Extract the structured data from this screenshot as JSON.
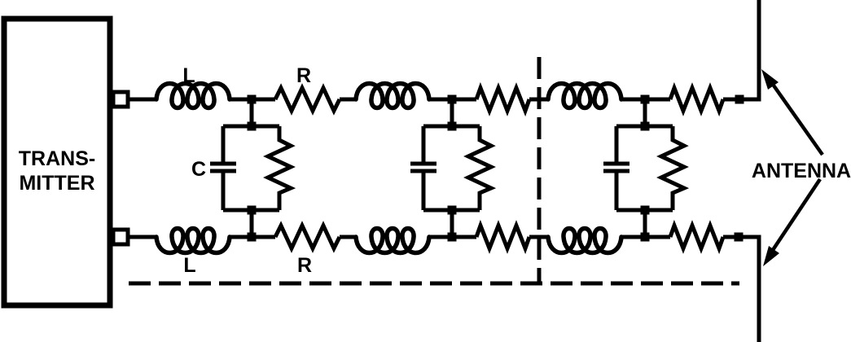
{
  "diagram": {
    "type": "circuit-schematic",
    "transmitter": {
      "line1": "TRANS-",
      "line2": "MITTER"
    },
    "labels": {
      "inductor_top": "L",
      "resistor_top": "R",
      "capacitor": "C",
      "inductor_bottom": "L",
      "resistor_bottom": "R",
      "antenna": "ANTENNA"
    },
    "structure": {
      "ladder_sections": 3,
      "shunt_branches": 3
    },
    "colors": {
      "ink": "#000000",
      "background": "#ffffff"
    }
  }
}
